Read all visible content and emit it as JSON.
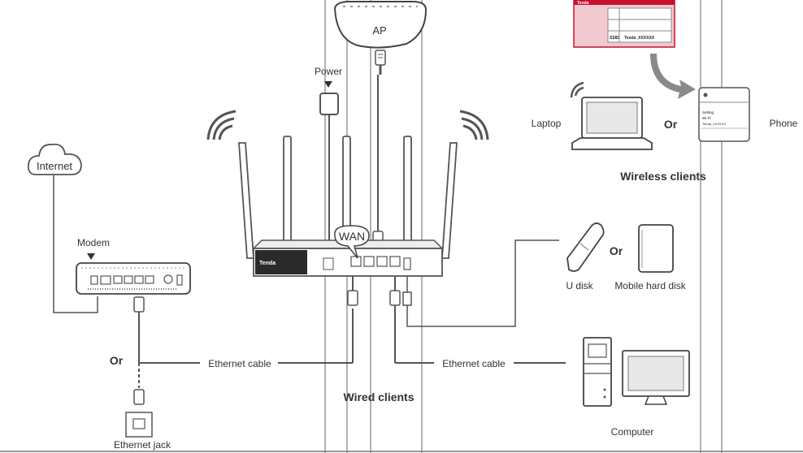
{
  "labels": {
    "ap": "AP",
    "power": "Power",
    "internet": "Internet",
    "modem": "Modem",
    "wan": "WAN",
    "or_left": "Or",
    "ethernet_cable_left": "Ethernet cable",
    "ethernet_jack": "Ethernet jack",
    "wired_clients": "Wired clients",
    "laptop": "Laptop",
    "or_wireless": "Or",
    "phone": "Phone",
    "wireless_clients": "Wireless clients",
    "u_disk": "U disk",
    "or_storage": "Or",
    "mobile_hard_disk": "Mobile hard disk",
    "ethernet_cable_right": "Ethernet cable",
    "computer": "Computer"
  },
  "card": {
    "brand": "Tenda",
    "ssid_label": "SSID",
    "ssid_value": "Tenda_XXXXXX"
  },
  "router": {
    "brand": "Tenda"
  },
  "phone_screen": {
    "title": "Setting",
    "wlan": "Wi-Fi",
    "network": "Tenda_XXXXXX"
  },
  "colors": {
    "line": "#555555",
    "accent_red": "#c8102e",
    "card_bg": "#f1c9cf",
    "arrow": "#888888",
    "device_fill": "#f4f4f4"
  }
}
